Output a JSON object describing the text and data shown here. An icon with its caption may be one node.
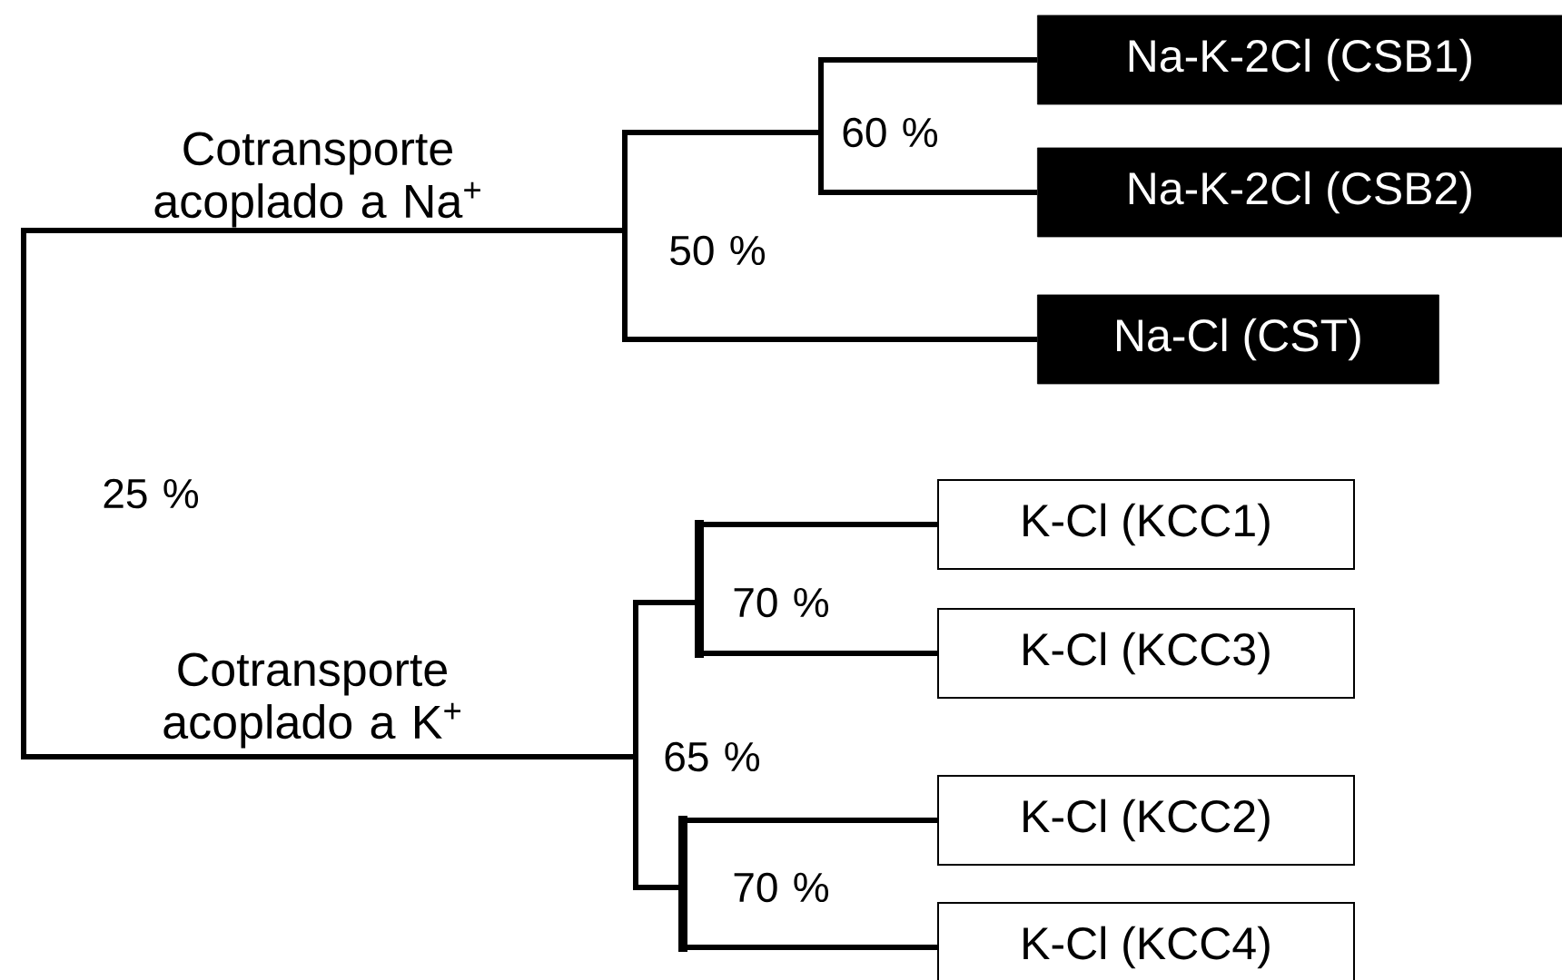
{
  "diagram": {
    "nodes": [
      {
        "text": [
          "Na-K-2Cl (CSB1)"
        ]
      },
      {
        "text": [
          "Na-K-2Cl (CSB2)"
        ]
      },
      {
        "text": [
          "Na-Cl (CST)"
        ]
      },
      {
        "text": [
          "K-Cl (KCC1)"
        ]
      },
      {
        "text": [
          "K-Cl (KCC3)"
        ]
      },
      {
        "text": [
          "K-Cl (KCC2)"
        ]
      },
      {
        "text": [
          "K-Cl (KCC4)"
        ]
      }
    ],
    "edges": [
      {
        "from": null,
        "to": 0,
        "arrow": "none"
      },
      {
        "from": null,
        "to": 1,
        "arrow": "none"
      },
      {
        "from": null,
        "to": 2,
        "arrow": "none"
      },
      {
        "from": null,
        "to": 3,
        "arrow": "none"
      },
      {
        "from": null,
        "to": 4,
        "arrow": "none"
      },
      {
        "from": null,
        "to": 5,
        "arrow": "none"
      },
      {
        "from": null,
        "to": 6,
        "arrow": "none"
      }
    ],
    "labels": [
      "Cotransporte acoplado a Na$^{+}$",
      "60 %",
      "50 %",
      "25 %",
      "70 %",
      "Cotransporte acoplado a K$^{+}$",
      "65 %",
      "70 %"
    ]
  }
}
